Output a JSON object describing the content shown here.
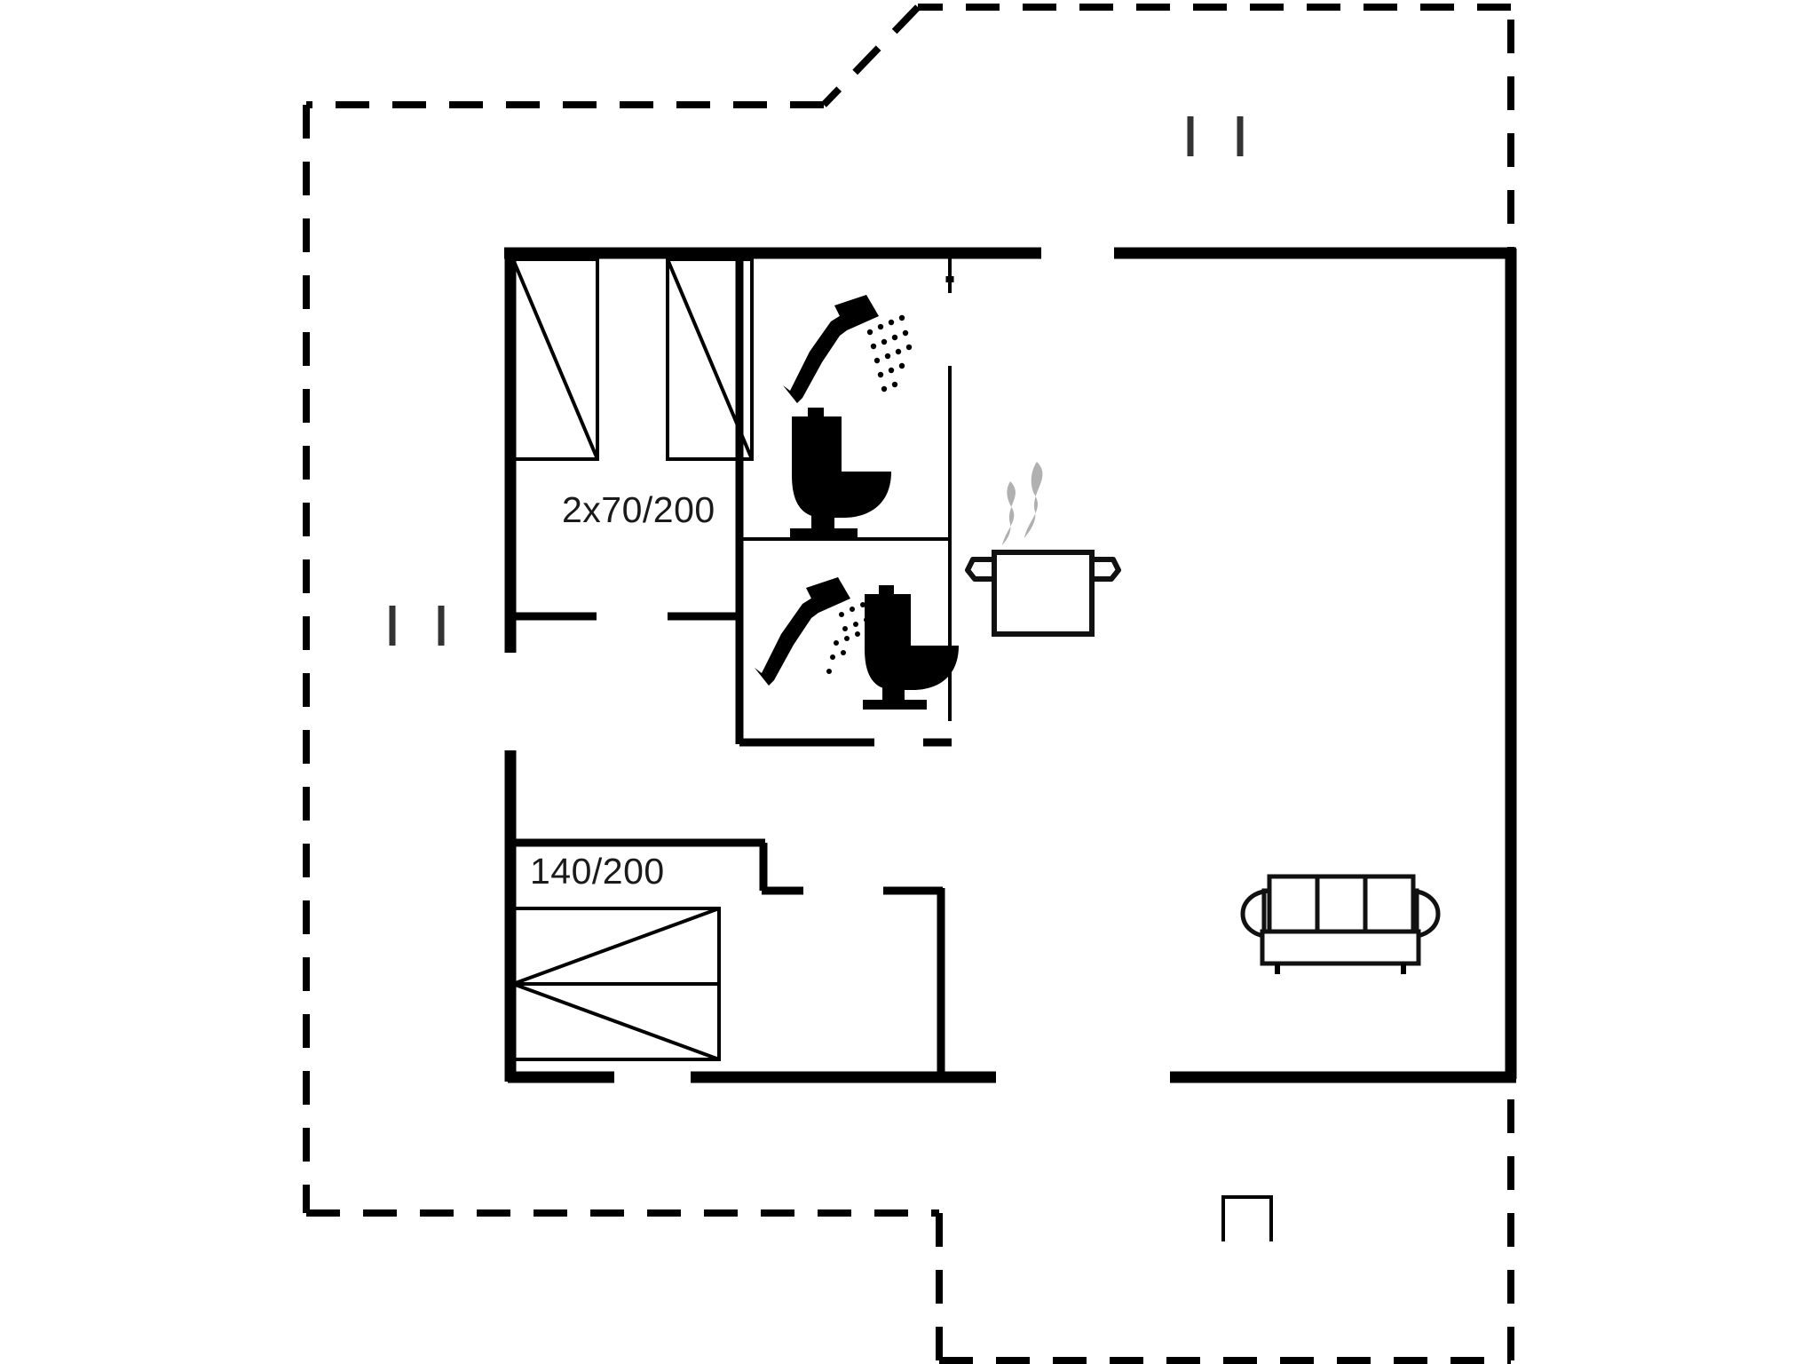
{
  "document": {
    "kind": "floor-plan",
    "title": "Holiday House Floor Plan",
    "background_color": "#ffffff",
    "line_color": "#000000",
    "accent_gray": "#b0b0b0"
  },
  "annotations": {
    "bed_twin_label": "2x70/200",
    "bed_double_label": "140/200"
  },
  "rooms": [
    {
      "id": "bedroom-twin",
      "name": "Bedroom with two single beds",
      "label": "2x70/200"
    },
    {
      "id": "bathroom-upper",
      "name": "Bathroom with shower and toilet",
      "label": ""
    },
    {
      "id": "bathroom-lower",
      "name": "Bathroom with shower and toilet",
      "label": ""
    },
    {
      "id": "bedroom-double",
      "name": "Bedroom with double bed",
      "label": "140/200"
    },
    {
      "id": "kitchen",
      "name": "Kitchen",
      "label": ""
    },
    {
      "id": "living-room",
      "name": "Living room",
      "label": ""
    }
  ],
  "fixtures": [
    {
      "id": "shower-upper",
      "icon": "shower-icon",
      "room": "bathroom-upper"
    },
    {
      "id": "toilet-upper",
      "icon": "toilet-icon",
      "room": "bathroom-upper"
    },
    {
      "id": "shower-lower",
      "icon": "shower-icon",
      "room": "bathroom-lower"
    },
    {
      "id": "toilet-lower",
      "icon": "toilet-icon",
      "room": "bathroom-lower"
    },
    {
      "id": "cooking-pot",
      "icon": "cooking-pot-icon",
      "room": "kitchen"
    },
    {
      "id": "sofa",
      "icon": "sofa-icon",
      "room": "living-room"
    }
  ],
  "furniture": [
    {
      "id": "bed-twin-left",
      "icon": "bed-icon",
      "label": "2x70/200"
    },
    {
      "id": "bed-twin-right",
      "icon": "bed-icon",
      "label": "2x70/200"
    },
    {
      "id": "bed-double",
      "icon": "bed-icon",
      "label": "140/200"
    }
  ],
  "markers": {
    "window_top_right": "window-marker",
    "window_left": "window-marker",
    "entry_bottom": "entry-marker"
  },
  "outline": {
    "style": "dashed",
    "description": "Dashed terrace / plot boundary surrounding the building"
  }
}
